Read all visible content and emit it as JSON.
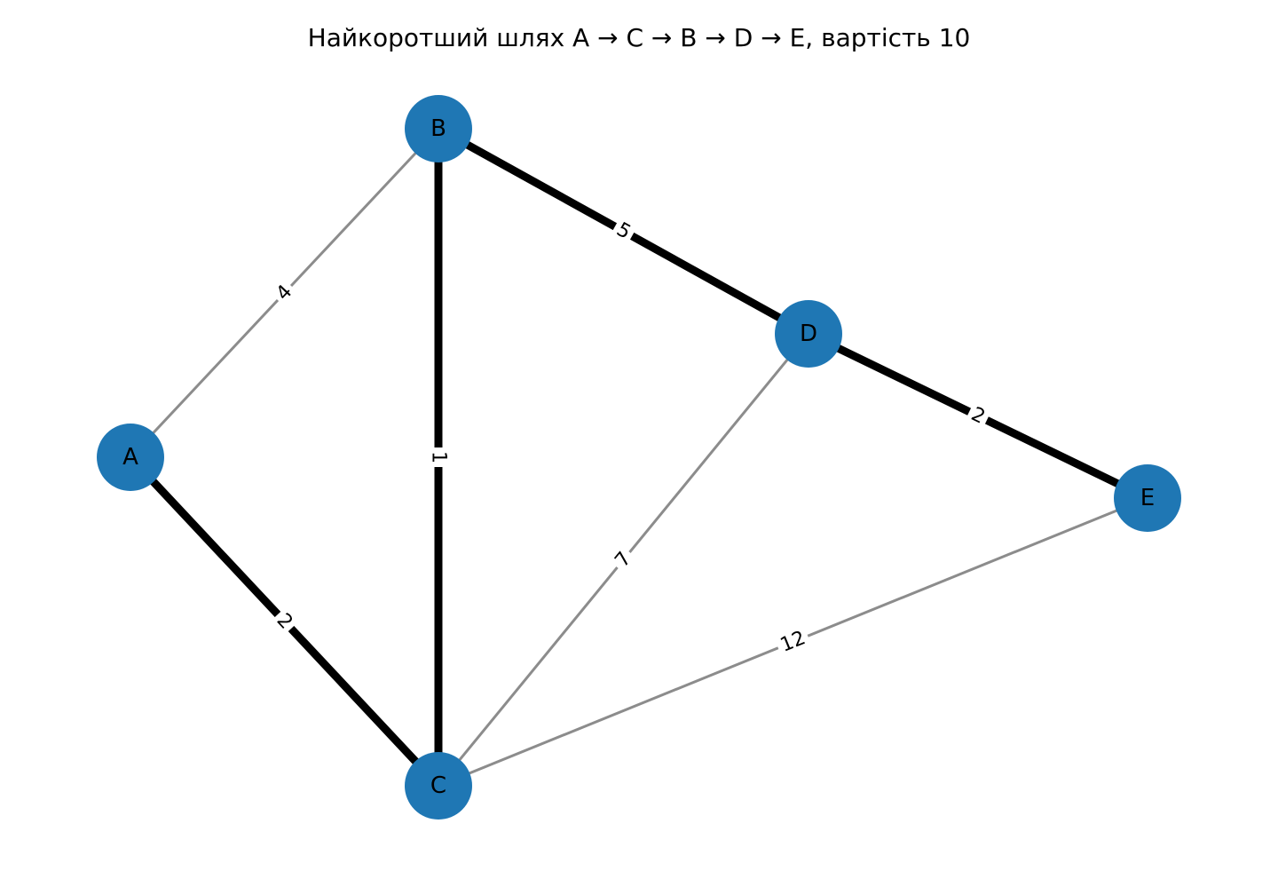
{
  "title": "Найкоротший шлях A → C → B → D → E, вартість 10",
  "colors": {
    "node_fill": "#1f77b4",
    "edge_default": "#8c8c8c",
    "edge_highlight": "#000000",
    "label_background": "#ffffff"
  },
  "nodes": [
    {
      "id": "A",
      "label": "A"
    },
    {
      "id": "B",
      "label": "B"
    },
    {
      "id": "C",
      "label": "C"
    },
    {
      "id": "D",
      "label": "D"
    },
    {
      "id": "E",
      "label": "E"
    }
  ],
  "edges": [
    {
      "from": "A",
      "to": "B",
      "weight": "4",
      "highlighted": false
    },
    {
      "from": "A",
      "to": "C",
      "weight": "2",
      "highlighted": true
    },
    {
      "from": "B",
      "to": "C",
      "weight": "1",
      "highlighted": true
    },
    {
      "from": "B",
      "to": "D",
      "weight": "5",
      "highlighted": true
    },
    {
      "from": "C",
      "to": "D",
      "weight": "7",
      "highlighted": false
    },
    {
      "from": "C",
      "to": "E",
      "weight": "12",
      "highlighted": false
    },
    {
      "from": "D",
      "to": "E",
      "weight": "2",
      "highlighted": true
    }
  ]
}
